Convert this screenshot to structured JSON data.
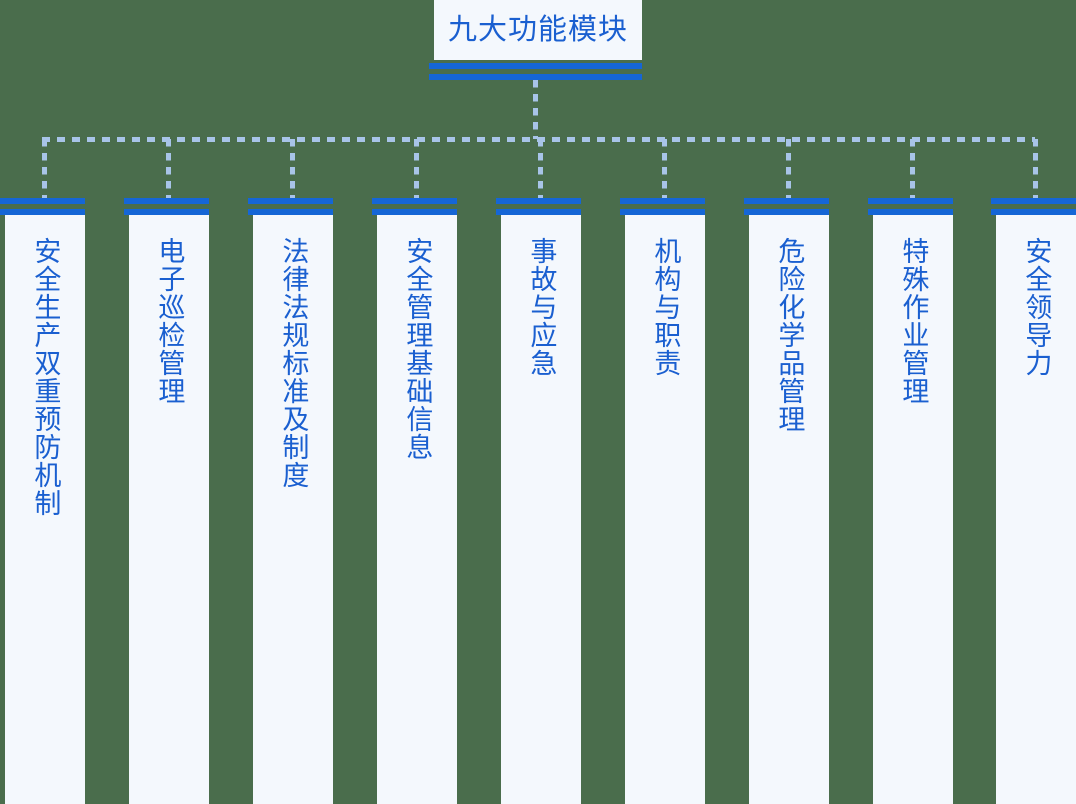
{
  "diagram": {
    "type": "org-tree",
    "background_color": "#4a6d4c",
    "accent_color": "#1566d6",
    "text_color": "#1a5fd0",
    "node_fill": "#f4f8fd",
    "connector_color": "#a8c4e8",
    "root": {
      "label": "九大功能模块",
      "child_count": 9
    },
    "children": [
      {
        "label": "安全生产双重预防机制"
      },
      {
        "label": "电子巡检管理"
      },
      {
        "label": "法律法规标准及制度"
      },
      {
        "label": "安全管理基础信息"
      },
      {
        "label": "事故与应急"
      },
      {
        "label": "机构与职责"
      },
      {
        "label": "危险化学品管理"
      },
      {
        "label": "特殊作业管理"
      },
      {
        "label": "安全领导力"
      }
    ]
  }
}
